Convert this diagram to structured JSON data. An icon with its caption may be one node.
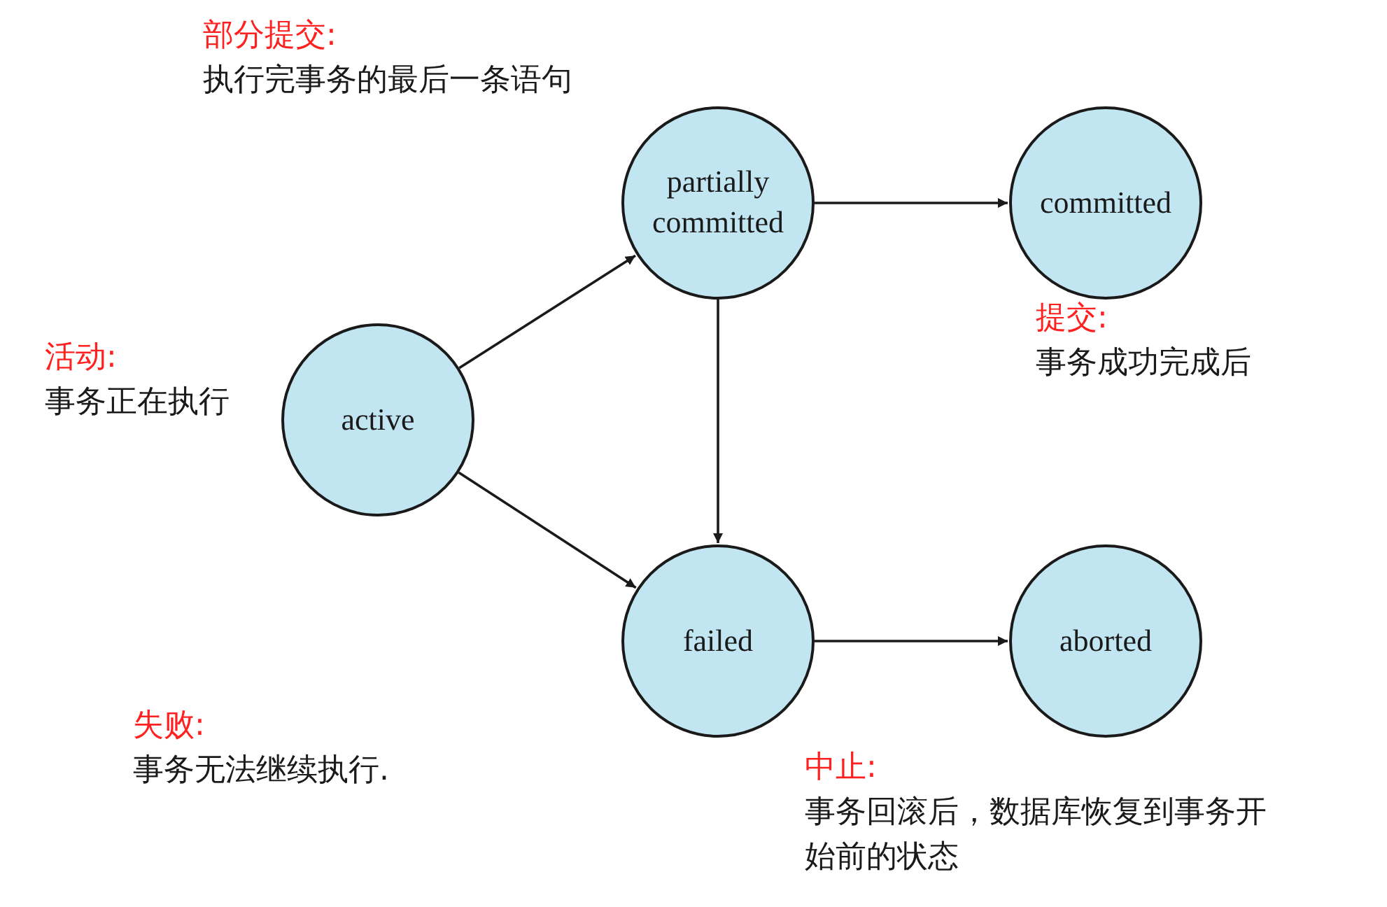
{
  "diagram": {
    "nodes": [
      {
        "text": [
          "active"
        ],
        "beside": [
          "活动:",
          "事务正在执行"
        ]
      },
      {
        "text": [
          "partially committed"
        ],
        "beside": [
          "部分提交:",
          "执行完事务的最后一条语句"
        ]
      },
      {
        "text": [
          "committed"
        ],
        "beside": [
          "提交:",
          "事务成功完成后"
        ]
      },
      {
        "text": [
          "failed"
        ],
        "beside": [
          "失败:",
          "事务无法继续执行."
        ]
      },
      {
        "text": [
          "aborted"
        ],
        "beside": [
          "中止:",
          "事务回滚后，数据库恢复到事务开始前的状态"
        ]
      }
    ],
    "edges": [
      {
        "from": 0,
        "to": 1,
        "arrow": "to"
      },
      {
        "from": 0,
        "to": 3,
        "arrow": "to"
      },
      {
        "from": 1,
        "to": 2,
        "arrow": "to"
      },
      {
        "from": 1,
        "to": 3,
        "arrow": "to"
      },
      {
        "from": 3,
        "to": 4,
        "arrow": "to"
      }
    ]
  }
}
